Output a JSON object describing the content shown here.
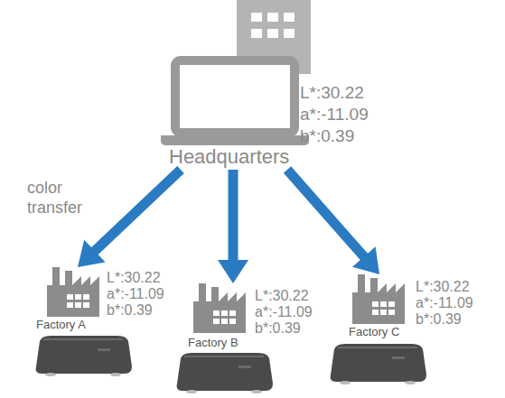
{
  "diagram": {
    "nodes": [
      {
        "text": [
          "Headquarters",
          "L*:30.22",
          "a*:-11.09",
          "b*:0.39"
        ]
      },
      {
        "text": [
          "Factory A",
          "L*:30.22",
          "a*:-11.09",
          "b*:0.39"
        ]
      },
      {
        "text": [
          "Factory B",
          "L*:30.22",
          "a*:-11.09",
          "b*:0.39"
        ]
      },
      {
        "text": [
          "Factory C",
          "L*:30.22",
          "a*:-11.09",
          "b*:0.39"
        ]
      }
    ],
    "edges": [
      {
        "from": 0,
        "to": 1,
        "arrow": "to",
        "label": "color transfer"
      },
      {
        "from": 0,
        "to": 2,
        "arrow": "to"
      },
      {
        "from": 0,
        "to": 3,
        "arrow": "to"
      }
    ]
  }
}
